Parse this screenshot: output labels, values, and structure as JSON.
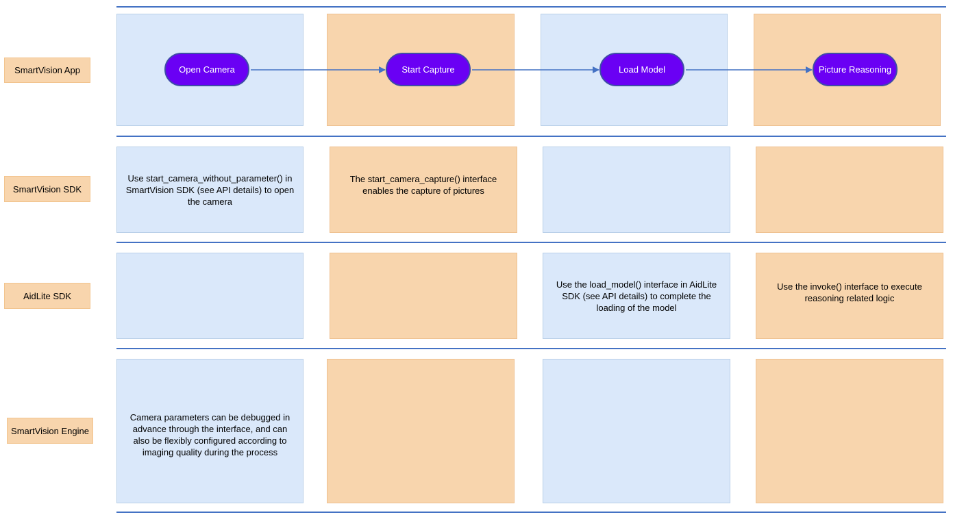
{
  "lanes": {
    "app": "SmartVision App",
    "sdk": "SmartVision SDK",
    "aidlite": "AidLite SDK",
    "engine": "SmartVision Engine"
  },
  "steps": {
    "open_camera": "Open Camera",
    "start_capture": "Start Capture",
    "load_model": "Load Model",
    "picture_reasoning": "Picture Reasoning"
  },
  "notes": {
    "sdk_open_camera": "Use start_camera_without_parameter() in SmartVision SDK (see API details) to open the camera",
    "sdk_start_capture": "The start_camera_capture() interface enables the capture of pictures",
    "aidlite_load_model": "Use the load_model() interface in AidLite SDK (see API details) to complete the loading of the model",
    "aidlite_reasoning": "Use the invoke() interface to execute reasoning related logic",
    "engine_camera_params": "Camera parameters can be debugged in advance through the interface, and can also be flexibly configured according to imaging quality during the process"
  },
  "colors": {
    "lane_divider": "#4472c4",
    "blue_cell": "#dae8fa",
    "orange_cell": "#f8d5ad",
    "step_fill": "#6a00f4",
    "arrow": "#4472c4"
  }
}
